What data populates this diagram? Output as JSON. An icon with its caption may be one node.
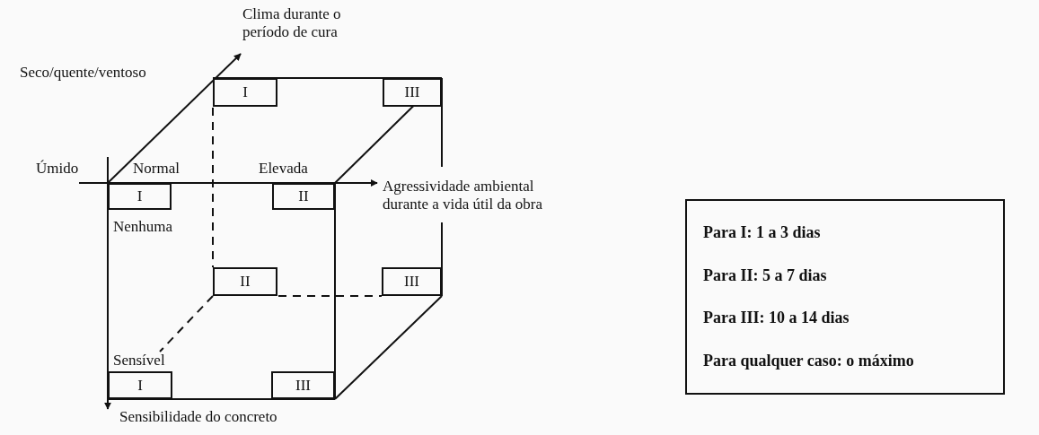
{
  "diagram": {
    "nodes": [
      {
        "text": [
          "I"
        ]
      },
      {
        "text": [
          "III"
        ]
      },
      {
        "text": [
          "I"
        ]
      },
      {
        "text": [
          "II"
        ]
      },
      {
        "text": [
          "II"
        ]
      },
      {
        "text": [
          "III"
        ]
      },
      {
        "text": [
          "I"
        ]
      },
      {
        "text": [
          "III"
        ]
      },
      {
        "text": [
          "Para I: 1 a 3 dias",
          "Para II: 5 a 7 dias",
          "Para III: 10 a 14 dias",
          "Para qualquer caso: o máximo"
        ]
      }
    ],
    "edges": [],
    "labels": [
      "Clima durante o período de cura",
      "Seco/quente/ventoso",
      "Úmido",
      "Normal",
      "Elevada",
      "Agressividade ambiental durante a vida útil da obra",
      "Nenhuma",
      "Sensível",
      "Sensibilidade do concreto"
    ]
  }
}
